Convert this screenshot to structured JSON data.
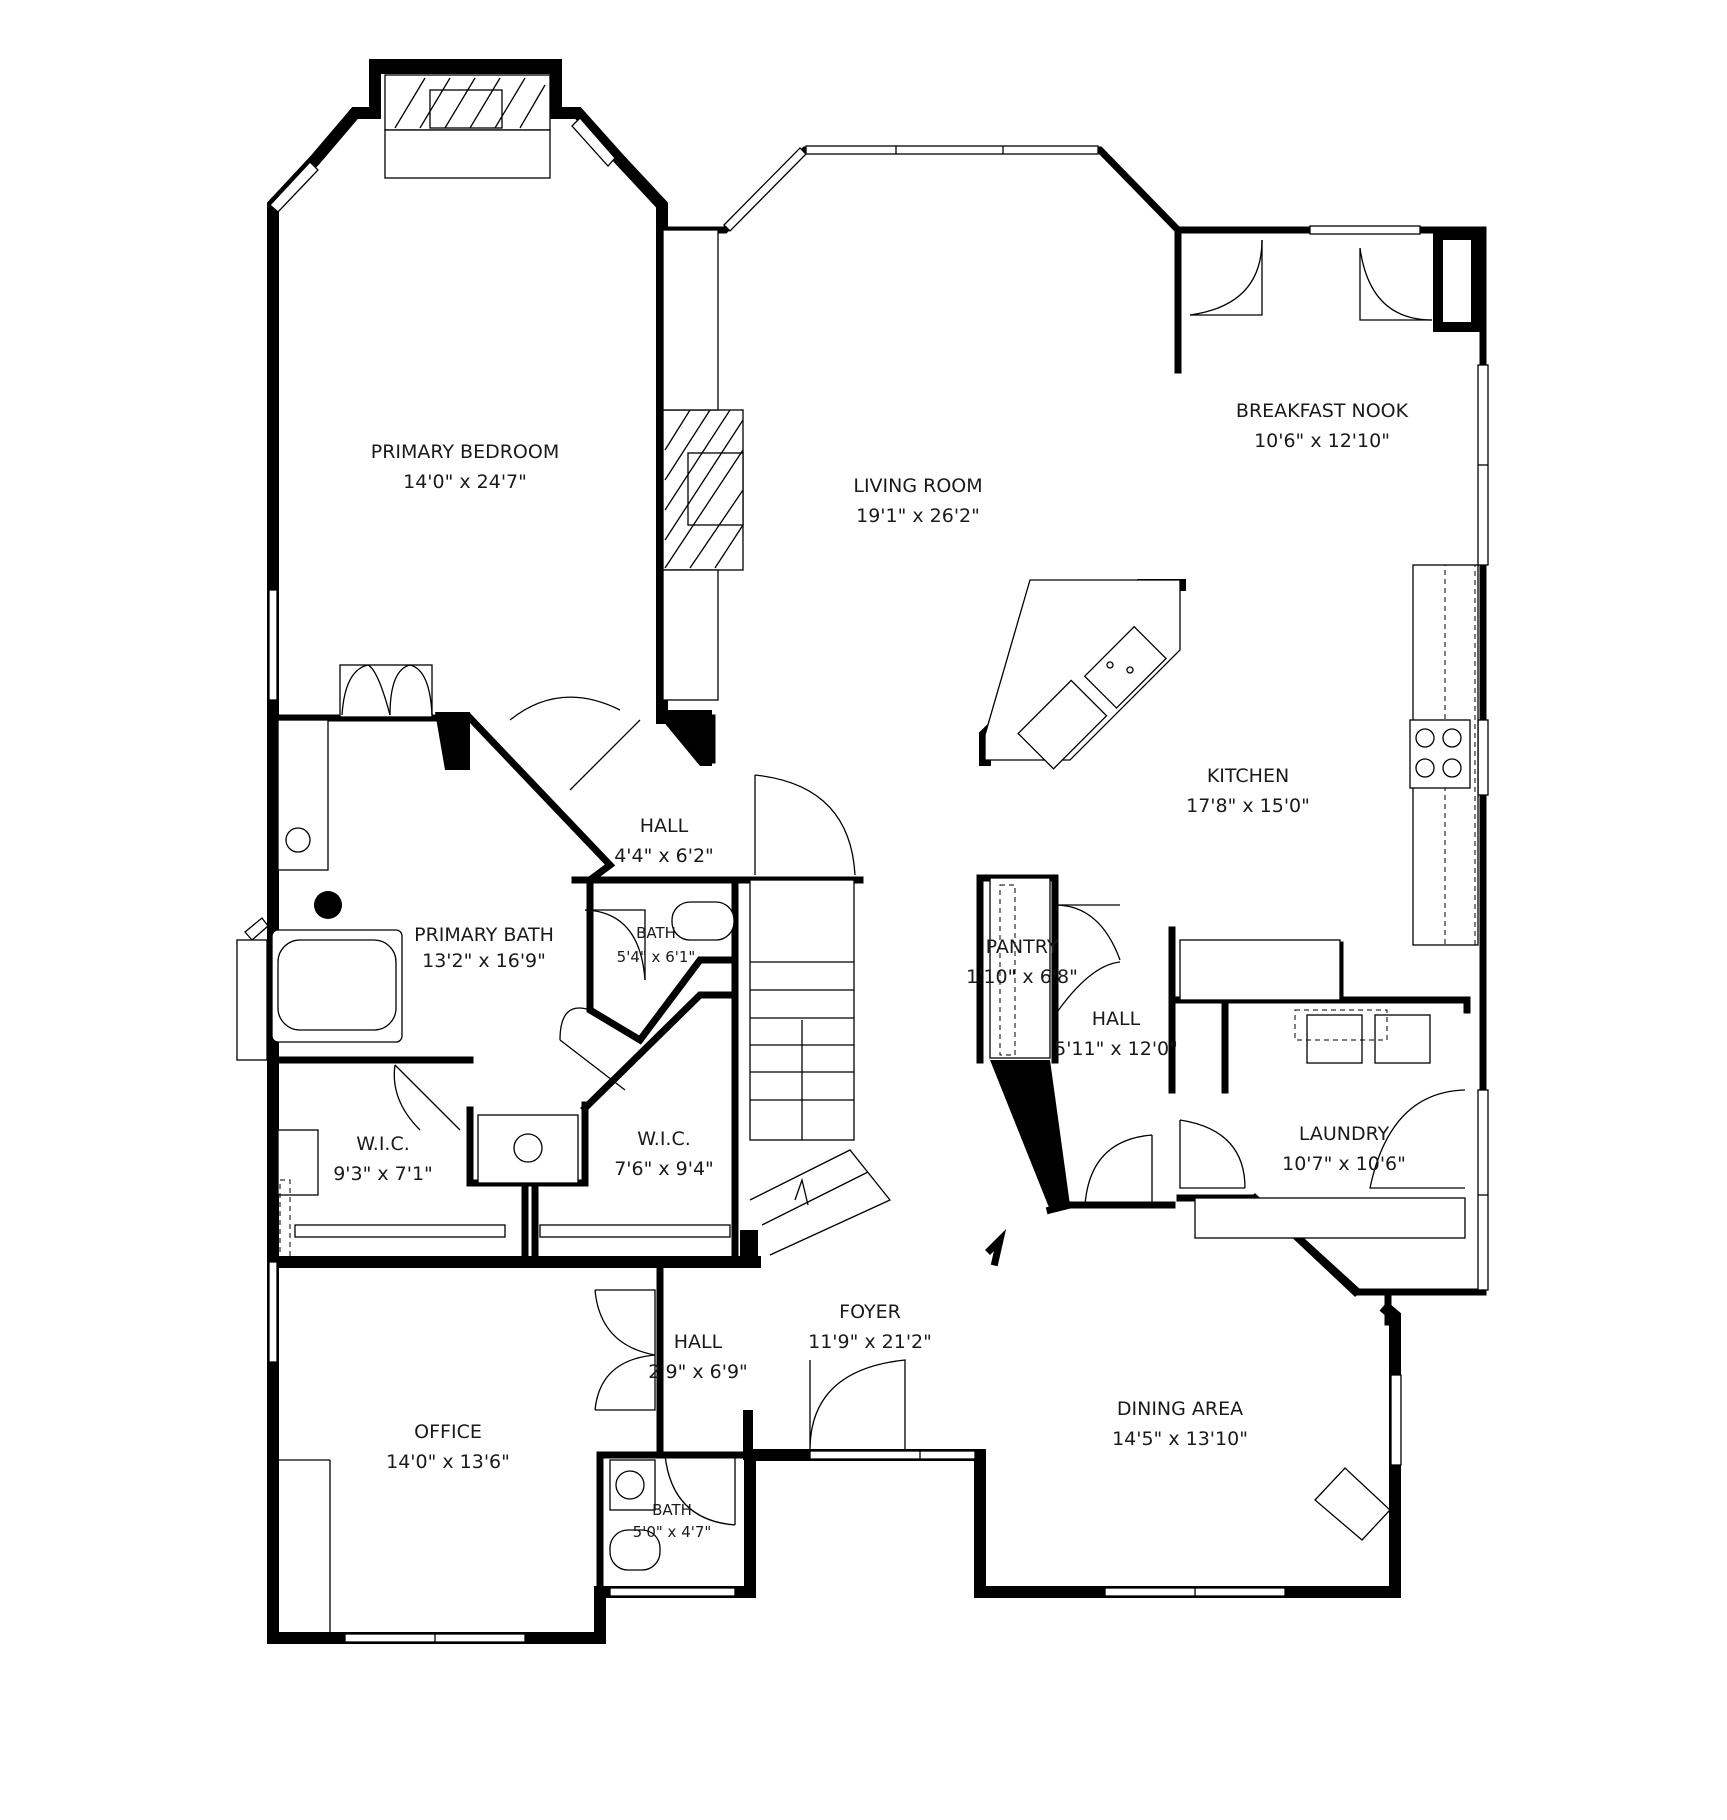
{
  "plan": {
    "rooms": [
      {
        "id": "primary-bedroom",
        "name": "PRIMARY BEDROOM",
        "dims": "14'0\" x 24'7\""
      },
      {
        "id": "living-room",
        "name": "LIVING ROOM",
        "dims": "19'1\" x 26'2\""
      },
      {
        "id": "breakfast-nook",
        "name": "BREAKFAST NOOK",
        "dims": "10'6\" x 12'10\""
      },
      {
        "id": "kitchen",
        "name": "KITCHEN",
        "dims": "17'8\" x 15'0\""
      },
      {
        "id": "hall-1",
        "name": "HALL",
        "dims": "4'4\" x 6'2\""
      },
      {
        "id": "primary-bath",
        "name": "PRIMARY BATH",
        "dims": "13'2\" x 16'9\""
      },
      {
        "id": "bath-1",
        "name": "BATH",
        "dims": "5'4\" x 6'1\""
      },
      {
        "id": "pantry",
        "name": "PANTRY",
        "dims": "1'10\" x 6'8\""
      },
      {
        "id": "hall-2",
        "name": "HALL",
        "dims": "5'11\" x 12'0\""
      },
      {
        "id": "laundry",
        "name": "LAUNDRY",
        "dims": "10'7\" x 10'6\""
      },
      {
        "id": "wic-1",
        "name": "W.I.C.",
        "dims": "9'3\" x 7'1\""
      },
      {
        "id": "wic-2",
        "name": "W.I.C.",
        "dims": "7'6\" x 9'4\""
      },
      {
        "id": "foyer",
        "name": "FOYER",
        "dims": "11'9\" x 21'2\""
      },
      {
        "id": "hall-3",
        "name": "HALL",
        "dims": "2'9\" x 6'9\""
      },
      {
        "id": "office",
        "name": "OFFICE",
        "dims": "14'0\" x 13'6\""
      },
      {
        "id": "dining-area",
        "name": "DINING AREA",
        "dims": "14'5\" x 13'10\""
      },
      {
        "id": "bath-2",
        "name": "BATH",
        "dims": "5'0\" x 4'7\""
      }
    ]
  }
}
